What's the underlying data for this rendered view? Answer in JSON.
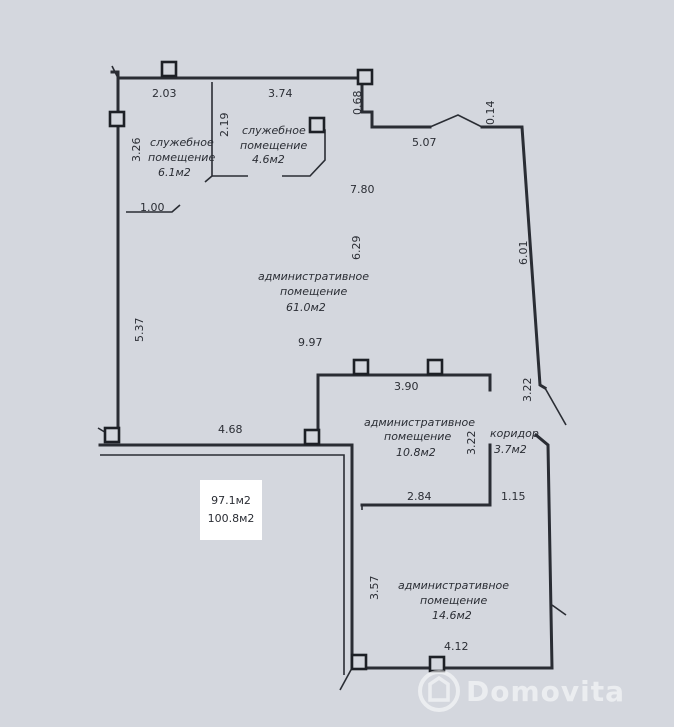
{
  "dimensions": {
    "d_2_03": "2.03",
    "d_3_74": "3.74",
    "d_0_68": "0.68",
    "d_0_14": "0.14",
    "d_3_26": "3.26",
    "d_2_19": "2.19",
    "d_5_07": "5.07",
    "d_7_80": "7.80",
    "d_1_00": "1.00",
    "d_6_29": "6.29",
    "d_6_01": "6.01",
    "d_5_37": "5.37",
    "d_9_97": "9.97",
    "d_3_90": "3.90",
    "d_3_22_right": "3.22",
    "d_4_68": "4.68",
    "d_3_22_mid": "3.22",
    "d_2_84": "2.84",
    "d_1_15": "1.15",
    "d_3_57": "3.57",
    "d_4_12": "4.12"
  },
  "rooms": {
    "service_1": {
      "name_1": "служебное",
      "name_2": "помещение",
      "area": "6.1м2"
    },
    "service_2": {
      "name_1": "служебное",
      "name_2": "помещение",
      "area": "4.6м2"
    },
    "admin_main": {
      "name_1": "административное",
      "name_2": "помещение",
      "area": "61.0м2"
    },
    "admin_mid": {
      "name_1": "административное",
      "name_2": "помещение",
      "area": "10.8м2"
    },
    "corridor": {
      "name_1": "коридор",
      "area": "3.7м2"
    },
    "admin_bottom": {
      "name_1": "административное",
      "name_2": "помещение",
      "area": "14.6м2"
    }
  },
  "totals": {
    "area_1": "97.1м2",
    "area_2": "100.8м2"
  },
  "watermark": {
    "text": "Domovita"
  }
}
